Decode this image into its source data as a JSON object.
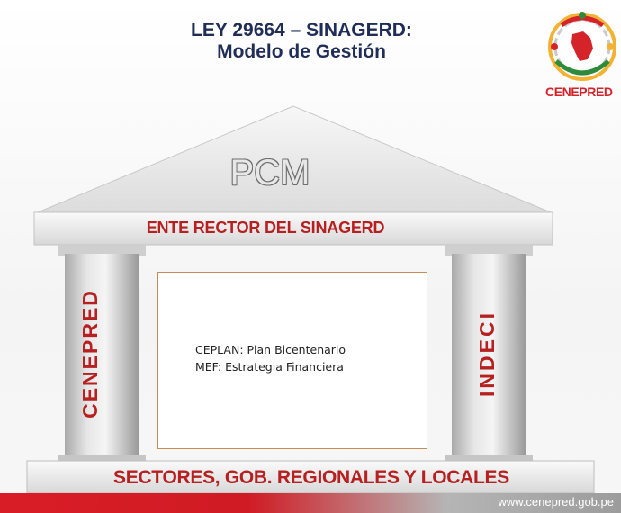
{
  "header": {
    "title_line1": "LEY 29664 – SINAGERD:",
    "title_line2": "Modelo de Gestión"
  },
  "logo": {
    "text": "CENEPRED",
    "icon": "peru-map-emblem-icon",
    "brand_color": "#d4242a"
  },
  "diagram": {
    "roof": "PCM",
    "beam": "ENTE RECTOR DEL SINAGERD",
    "left_column": "CENEPRED",
    "right_column": "INDECI",
    "center_lines": [
      "CEPLAN: Plan Bicentenario",
      "MEF: Estrategia Financiera"
    ],
    "base": "SECTORES, GOB. REGIONALES Y LOCALES"
  },
  "footer": {
    "url": "www.cenepred.gob.pe",
    "accent_color": "#d91d26"
  }
}
